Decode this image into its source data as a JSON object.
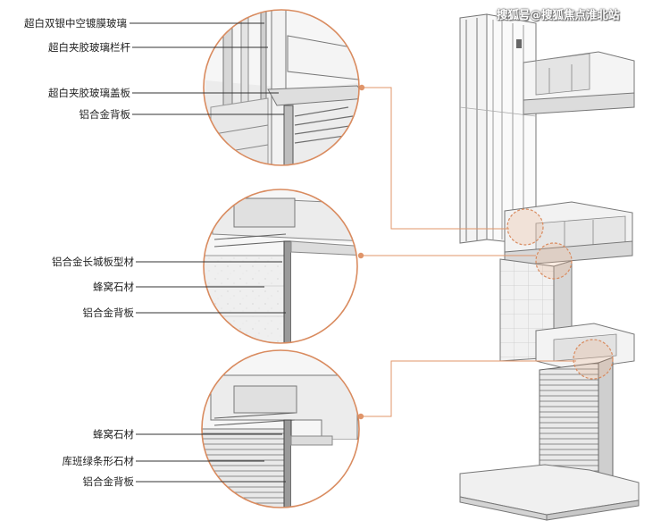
{
  "watermark": "搜狐号@搜狐焦点淮北站",
  "detail_top": {
    "labels": [
      "超白双银中空镀膜玻璃",
      "超白夹胶玻璃栏杆",
      "超白夹胶玻璃盖板",
      "铝合金背板"
    ]
  },
  "detail_middle": {
    "labels": [
      "铝合金长城板型材",
      "蜂窝石材",
      "铝合金背板"
    ]
  },
  "detail_bottom": {
    "labels": [
      "蜂窝石材",
      "库班绿条形石材",
      "铝合金背板"
    ]
  },
  "colors": {
    "leader": "#e0956a",
    "circle_border": "#d98b5f",
    "line": "#333333"
  }
}
